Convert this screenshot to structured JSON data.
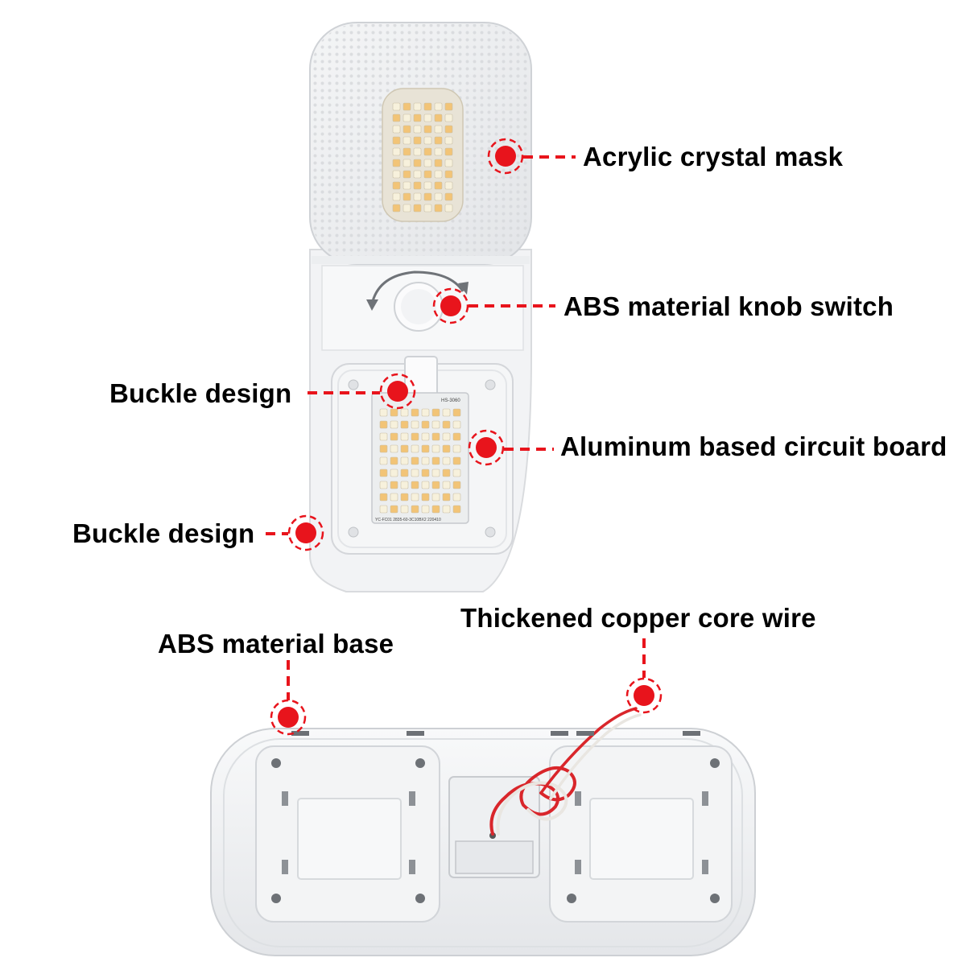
{
  "callouts": {
    "acrylic_mask": "Acrylic crystal mask",
    "knob_switch": "ABS material knob switch",
    "buckle_upper": "Buckle design",
    "circuit_board": "Aluminum based circuit board",
    "buckle_lower": "Buckle design",
    "copper_wire": "Thickened copper core wire",
    "abs_base": "ABS material base"
  },
  "pcb_text": {
    "top_code": "HS-3060",
    "bottom_code": "YC-FC01  2835-60-3C10BX2  220410"
  },
  "colors": {
    "marker_red": "#e8141c",
    "led_warm": "#f2c477",
    "led_cool": "#f7f1dc",
    "housing_white": "#f5f6f7",
    "wire_red": "#d9262b"
  }
}
